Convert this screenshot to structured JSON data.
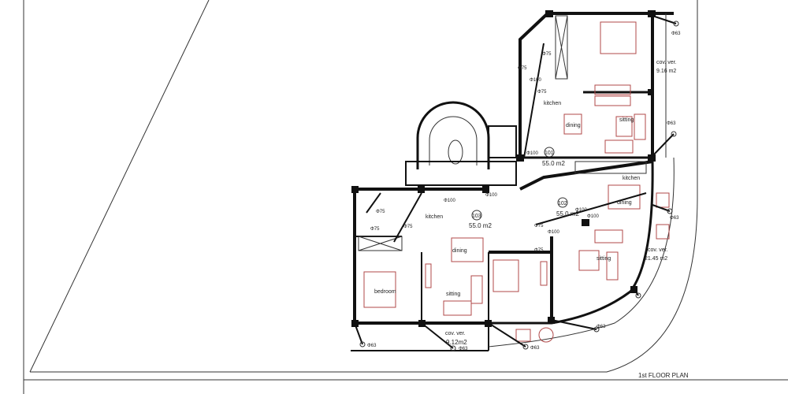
{
  "drawing_title": "1st FLOOR PLAN",
  "units": [
    {
      "number": "101",
      "area": "55.0 m2"
    },
    {
      "number": "102",
      "area": "55.0 m2"
    },
    {
      "number": "103",
      "area": "55.0 m2"
    }
  ],
  "rooms": {
    "kitchen": "kitchen",
    "dining": "dining",
    "sitting": "sitting",
    "bedroom": "bedroom"
  },
  "verandas": [
    {
      "label": "cov. ver.",
      "area": "9.16 m2"
    },
    {
      "label": "cov. ver.",
      "area": "21.45 m2"
    },
    {
      "label": "cov. ver.",
      "area": "9.12m2"
    }
  ],
  "pipes": {
    "d63": "Φ63",
    "d75": "Φ75",
    "d100": "Φ100"
  },
  "colors": {
    "wall": "#111111",
    "furniture": "#b04848"
  }
}
